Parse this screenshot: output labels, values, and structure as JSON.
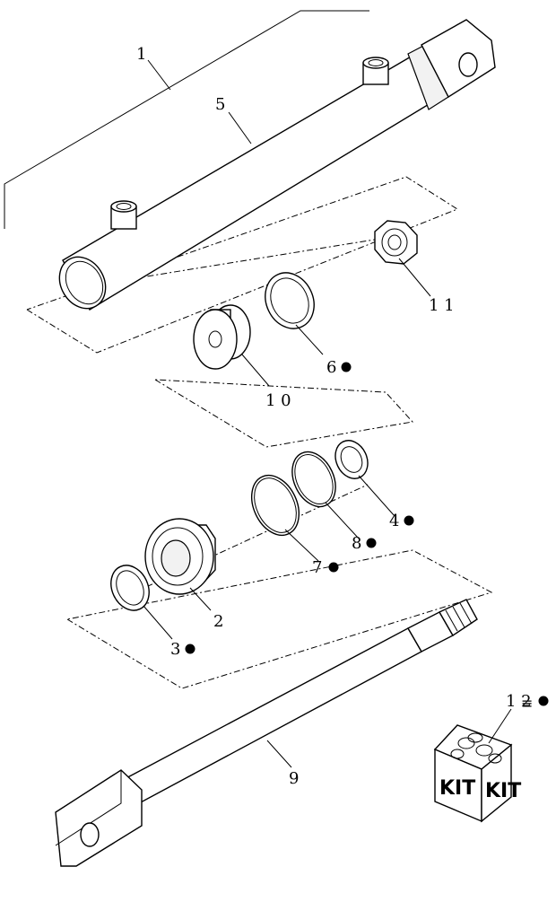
{
  "callouts": {
    "c1": "1",
    "c2": "2",
    "c3": "3",
    "c4": "4",
    "c5": "5",
    "c6": "6",
    "c7": "7",
    "c8": "8",
    "c9": "9",
    "c10": "1 0",
    "c11": "1 1",
    "c12": "1 2"
  },
  "markers": {
    "kit_symbol": "≡"
  },
  "kit": {
    "left_face": "KIT",
    "right_face": "KIT"
  }
}
